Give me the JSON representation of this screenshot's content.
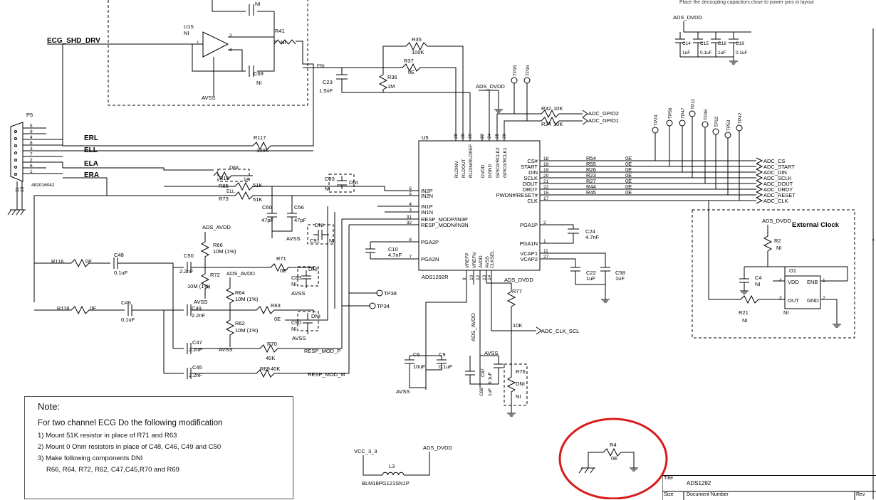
{
  "header_hint": "Place the decoupling capacitors close to power pins in layout",
  "nets": {
    "ecg_shd_drv": "ECG_SHD_DRV",
    "erl": "ERL",
    "ell": "ELL",
    "ela": "ELA",
    "era": "ERA",
    "erl_small": "ERL",
    "ell_small": "ELL",
    "resp_mod_p": "RESP_MOD_P",
    "resp_mod_m": "RESP_MOD_M",
    "ads_dvdd": "ADS_DVDD",
    "ads_avdd": "ADS_AVDD",
    "avss": "AVSS",
    "vcc": "VCC_3_3",
    "adc_clk_scl": "ADC_CLK_SCL",
    "adc_gpio2": "ADC_GPIO2",
    "adc_gpio1": "ADC_GPIO1",
    "adc_cs": "ADC_CS",
    "adc_start": "ADC_START",
    "adc_din": "ADC_DIN",
    "adc_sclk": "ADC_SCLK",
    "adc_dout": "ADC_DOUT",
    "adc_drdy": "ADC_DRDY",
    "adc_reset": "ADC_RESET",
    "adc_clk": "ADC_CLK"
  },
  "u5": {
    "ref": "U5",
    "part": "ADS1292R",
    "left_pins": [
      {
        "num": "6",
        "name": "IN2P"
      },
      {
        "num": "5",
        "name": "IN2N"
      },
      {
        "num": "4",
        "name": "IN1P"
      },
      {
        "num": "3",
        "name": "IN1N"
      },
      {
        "num": "31",
        "name": "RESP_MODP/IN3P"
      },
      {
        "num": "32",
        "name": "RESP_MODN/IN3N"
      },
      {
        "num": "8",
        "name": "PGA2P"
      },
      {
        "num": "7",
        "name": "PGA2N"
      }
    ],
    "right_pins": [
      {
        "num": "18",
        "name": "CS#"
      },
      {
        "num": "19",
        "name": "START"
      },
      {
        "num": "19",
        "name": "DIN"
      },
      {
        "num": "20",
        "name": "SCLK"
      },
      {
        "num": "21",
        "name": "DOUT"
      },
      {
        "num": "22",
        "name": "DRDY"
      },
      {
        "num": "15",
        "name": "PWDN#/RESET#"
      },
      {
        "num": "17",
        "name": "CLK"
      },
      {
        "num": "2",
        "name": "PGA1P"
      },
      {
        "num": "1",
        "name": "PGA1N"
      },
      {
        "num": "11",
        "name": "VCAP1"
      },
      {
        "num": "27",
        "name": "VCAP2"
      }
    ],
    "top_pins": [
      {
        "num": "28",
        "name": "RLDINV"
      },
      {
        "num": "30",
        "name": "RLDOUT"
      },
      {
        "num": "29",
        "name": "RLDIN/RLDREF"
      },
      {
        "num": "23",
        "name": "DVDD"
      },
      {
        "num": "24",
        "name": "DGND"
      },
      {
        "num": "25",
        "name": "GPIO2/RCLK2"
      },
      {
        "num": "26",
        "name": "GPIO1/RCLK1"
      }
    ],
    "bottom_pins": [
      {
        "num": "9",
        "name": "VREFP"
      },
      {
        "num": "10",
        "name": "VREFN"
      },
      {
        "num": "12",
        "name": "AVDD"
      },
      {
        "num": "13",
        "name": "AVSS"
      },
      {
        "num": "14",
        "name": "CLKSEL"
      }
    ]
  },
  "components": {
    "u15": {
      "ref": "U15",
      "val": "NI"
    },
    "r41": {
      "ref": "R41",
      "val": "NI"
    },
    "c69": {
      "ref": "C69",
      "val": "NI"
    },
    "ctop": {
      "val": "NI"
    },
    "r35": {
      "ref": "R35",
      "val": "100K"
    },
    "r37": {
      "ref": "R37",
      "val": "0E"
    },
    "r36": {
      "ref": "R36",
      "val": "1M"
    },
    "c23": {
      "ref": "C23",
      "val": "1.5nF"
    },
    "r117": {
      "ref": "R117",
      "val": "100K"
    },
    "p5": {
      "ref": "P5",
      "part": "482016042",
      "pins": [
        "5",
        "9",
        "4",
        "8",
        "3",
        "7",
        "2",
        "6",
        "1"
      ],
      "gnd_pins": [
        "11",
        "10"
      ]
    },
    "r16": {
      "ref": "R16",
      "val": "DNI"
    },
    "r85": {
      "ref": "R85",
      "val": "51K"
    },
    "r73": {
      "ref": "R73",
      "val": "51K"
    },
    "c93": {
      "ref": "C93",
      "val": "DNI",
      "val2": "NI"
    },
    "c60": {
      "ref": "C60",
      "val": "47pF"
    },
    "c56": {
      "ref": "C56",
      "val": "47pF"
    },
    "c91": {
      "ref": "C91",
      "val": "DNI",
      "val2": "NI"
    },
    "r66": {
      "ref": "R66",
      "val": "10M (1%)"
    },
    "r72": {
      "ref": "R72",
      "val": "10M (1%)"
    },
    "r64": {
      "ref": "R64",
      "val": "10M (1%)"
    },
    "r62": {
      "ref": "R62",
      "val": "10M (1%)"
    },
    "r116": {
      "ref": "R116",
      "val": "0E"
    },
    "c48": {
      "ref": "C48",
      "val": "0.1uF"
    },
    "c50": {
      "ref": "C50",
      "val": "2.2nF"
    },
    "r71": {
      "ref": "R71",
      "val": "0E"
    },
    "c89": {
      "ref": "C89",
      "val": "DNI",
      "val2": "NI"
    },
    "r118": {
      "ref": "R118",
      "val": "0E"
    },
    "c46": {
      "ref": "C46",
      "val": "0.1uF"
    },
    "c49": {
      "ref": "C49",
      "val": "2.2nF"
    },
    "r63": {
      "ref": "R63",
      "val": "0E"
    },
    "c90": {
      "ref": "C90",
      "val": "DNI",
      "val2": "NI"
    },
    "c47": {
      "ref": "C47",
      "val": "2.2nF"
    },
    "r70": {
      "ref": "R70",
      "val": "40K"
    },
    "c45": {
      "ref": "C45",
      "val": "2.2nF"
    },
    "r69": {
      "ref": "R69",
      "val": "40K"
    },
    "c10": {
      "ref": "C10",
      "val": "4.7nF"
    },
    "c24": {
      "ref": "C24",
      "val": "4.7nF"
    },
    "c22": {
      "ref": "C22",
      "val": "1uF"
    },
    "c58": {
      "ref": "C58",
      "val": "1uF"
    },
    "c6": {
      "ref": "C6",
      "val": "10uF"
    },
    "c9": {
      "ref": "C9",
      "val": "0.1uF"
    },
    "c87": {
      "ref": "C87",
      "val": "0.1uF"
    },
    "c88": {
      "ref": "C88",
      "val": "1uF"
    },
    "r77": {
      "ref": "R77",
      "val": "10K"
    },
    "r76": {
      "ref": "R76",
      "val": "DNI",
      "val2": "NI"
    },
    "r32": {
      "ref": "R32",
      "val": "10K"
    },
    "r34": {
      "ref": "R34",
      "val": "10K"
    },
    "c14": {
      "ref": "C14",
      "val": "1uF"
    },
    "c15": {
      "ref": "C15",
      "val": "0.1uF"
    },
    "c18": {
      "ref": "C18",
      "val": "1uF"
    },
    "c19": {
      "ref": "C19",
      "val": "0.1uF"
    },
    "r54": {
      "ref": "R54",
      "val": "0E"
    },
    "r55": {
      "ref": "R55",
      "val": "0E"
    },
    "r26": {
      "ref": "R26",
      "val": "0E"
    },
    "r23": {
      "ref": "R23",
      "val": "0E"
    },
    "r27": {
      "ref": "R27",
      "val": "0E"
    },
    "r44": {
      "ref": "R44",
      "val": "0E"
    },
    "r45": {
      "ref": "R45",
      "val": "0E"
    },
    "r2": {
      "ref": "R2",
      "val": "NI"
    },
    "c4": {
      "ref": "C4",
      "val": "NI"
    },
    "o1": {
      "ref": "O1",
      "val": "NI",
      "pins": [
        "VDD",
        "ENB",
        "OUT",
        "GND"
      ],
      "nums": [
        "4",
        "1",
        "3",
        "2"
      ]
    },
    "r21": {
      "ref": "R21",
      "val": "NI"
    },
    "l3": {
      "ref": "L3",
      "val": "BLM18PG121SN1P"
    },
    "r4": {
      "ref": "R4",
      "val": "0E"
    }
  },
  "test_points": [
    "TP15",
    "TP16",
    "TP24",
    "TP56",
    "TP47",
    "TP11",
    "TP46",
    "TP52",
    "TP53",
    "TP42",
    "TP38",
    "TP34"
  ],
  "external_clock_title": "External Clock",
  "note": {
    "title": "Note:",
    "lead": "For two channel ECG Do the following modification",
    "items": [
      "1) Mount 51K resistor in place of R71 and R63",
      "2) Mount 0 Ohm resistors in place of C48, C46, C49 and C50",
      "3) Make following components DNI"
    ],
    "sub": "R66, R64, R72, R62, C47,C45,R70 and R69"
  },
  "title_block": {
    "title_label": "Title",
    "title": "ADS1292",
    "size_label": "Size",
    "docnum_label": "Document Number",
    "rev_label": "Rev"
  },
  "annotation_color": "#d81b1b"
}
